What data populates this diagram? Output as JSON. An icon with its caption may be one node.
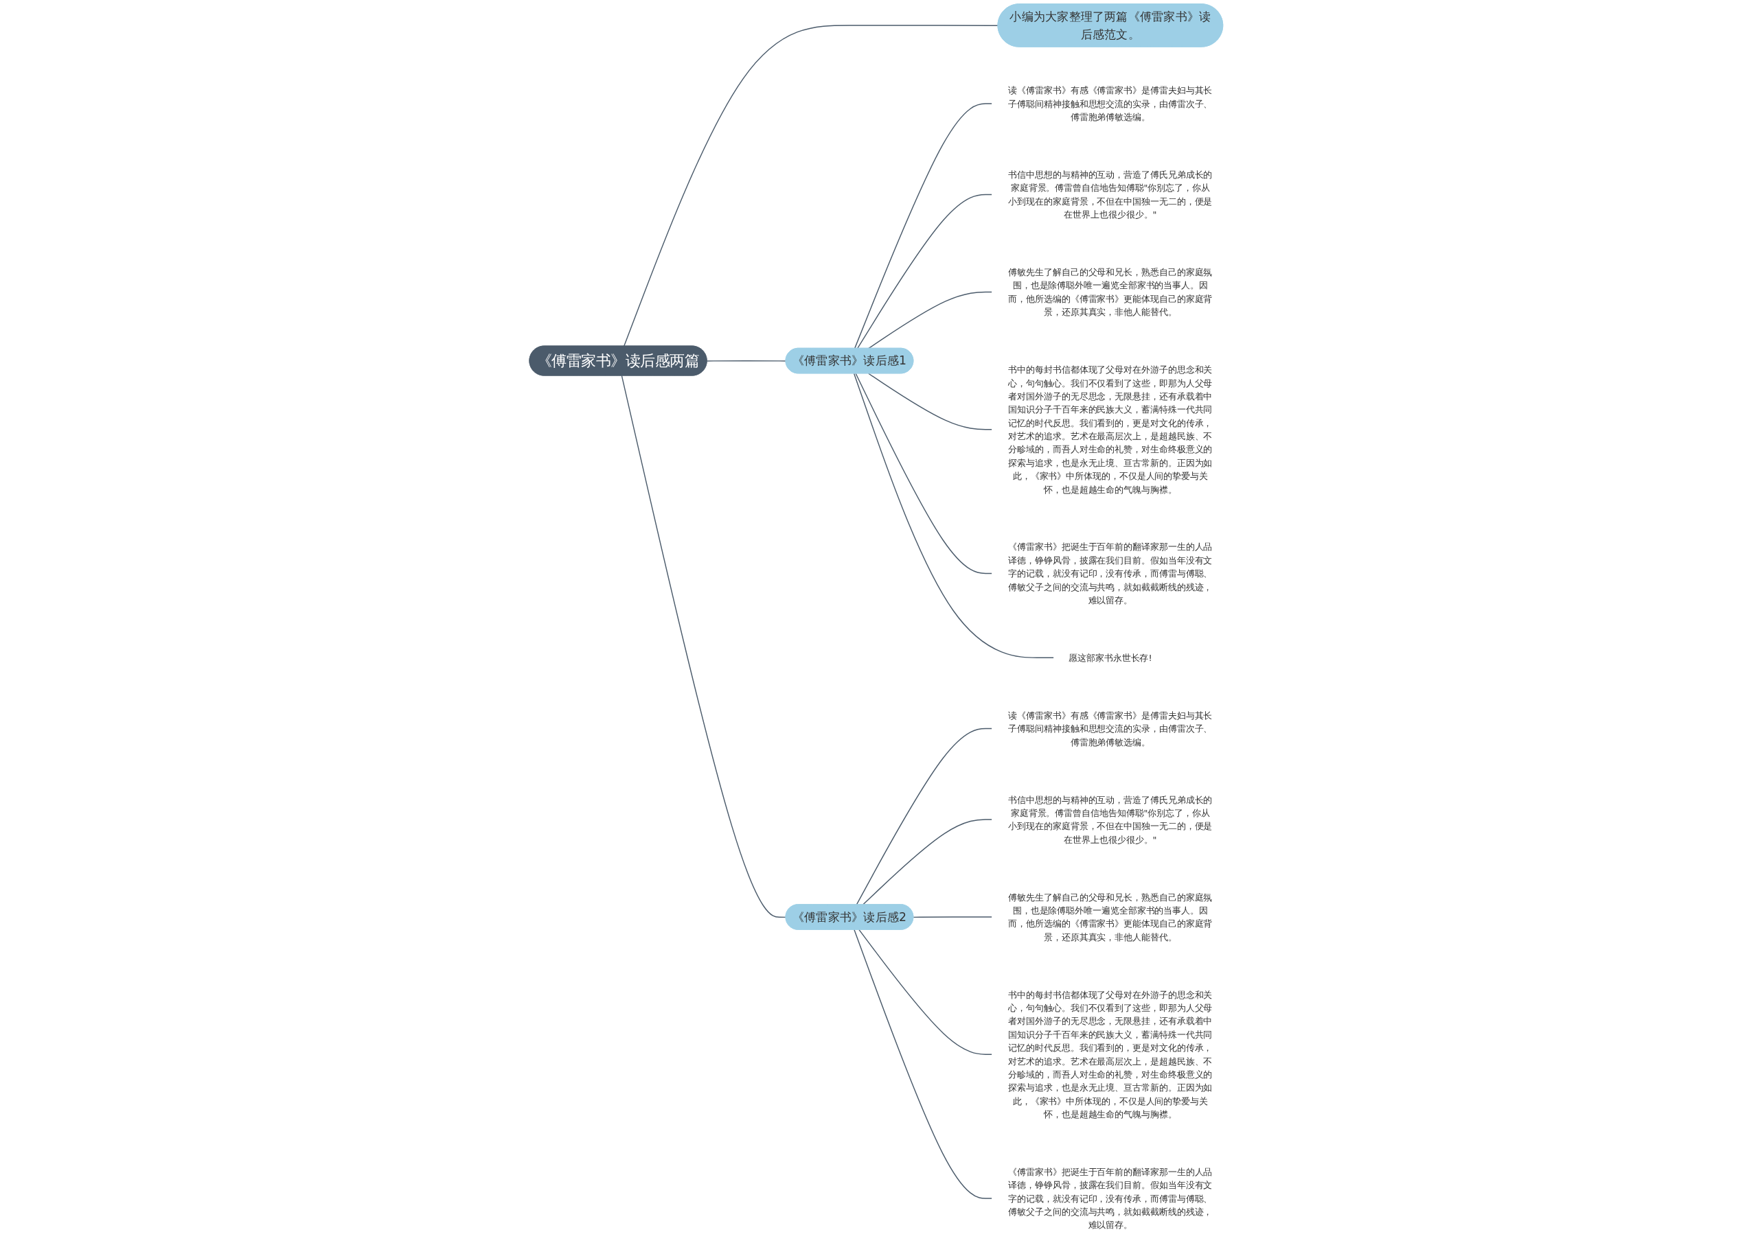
{
  "diagram": {
    "nodes": [
      {
        "text": [
          "《傅雷家书》读后感两篇"
        ]
      },
      {
        "text": [
          "小编为大家整理了两篇《傅雷家书》读后感范文。"
        ]
      },
      {
        "text": [
          "《傅雷家书》读后感1"
        ]
      },
      {
        "text": [
          "读《傅雷家书》有感《傅雷家书》是傅雷夫妇与其长子傅聪间精神接触和思想交流的实录，由傅雷次子、傅雷胞弟傅敏选编。"
        ]
      },
      {
        "text": [
          "书信中思想的与精神的互动，营造了傅氏兄弟成长的家庭背景。傅雷曾自信地告知傅聪\"你别忘了，你从小到现在的家庭背景，不但在中国独一无二的，便是在世界上也很少很少。\""
        ]
      },
      {
        "text": [
          "傅敏先生了解自己的父母和兄长，熟悉自己的家庭氛围，也是除傅聪外唯一遍览全部家书的当事人。因而，他所选编的《傅雷家书》更能体现自己的家庭背景，还原其真实，非他人能替代。"
        ]
      },
      {
        "text": [
          "书中的每封书信都体现了父母对在外游子的思念和关心，句句触心。我们不仅看到了这些，即那为人父母者对国外游子的无尽思念，无限悬挂，还有承载着中国知识分子千百年来的民族大义，蓄满特殊一代共同记忆的时代反思。我们看到的，更是对文化的传承，对艺术的追求。艺术在最高层次上，是超越民族、不分畛域的，而吾人对生命的礼赞，对生命终极意义的探索与追求，也是永无止境、亘古常新的。正因为如此，《家书》中所体现的，不仅是人间的挚爱与关怀，也是超越生命的气魄与胸襟。"
        ]
      },
      {
        "text": [
          "《傅雷家书》把诞生于百年前的翻译家那一生的人品译德，铮铮风骨，披露在我们目前。假如当年没有文字的记载，就没有记印，没有传承，而傅雷与傅聪、傅敏父子之间的交流与共鸣，就如截截断线的残迹，难以留存。"
        ]
      },
      {
        "text": [
          "愿这部家书永世长存!"
        ]
      },
      {
        "text": [
          "《傅雷家书》读后感2"
        ]
      },
      {
        "text": [
          "读《傅雷家书》有感《傅雷家书》是傅雷夫妇与其长子傅聪间精神接触和思想交流的实录，由傅雷次子、傅雷胞弟傅敏选编。"
        ]
      },
      {
        "text": [
          "书信中思想的与精神的互动，营造了傅氏兄弟成长的家庭背景。傅雷曾自信地告知傅聪\"你别忘了，你从小到现在的家庭背景，不但在中国独一无二的，便是在世界上也很少很少。\""
        ]
      },
      {
        "text": [
          "傅敏先生了解自己的父母和兄长，熟悉自己的家庭氛围，也是除傅聪外唯一遍览全部家书的当事人。因而，他所选编的《傅雷家书》更能体现自己的家庭背景，还原其真实，非他人能替代。"
        ]
      },
      {
        "text": [
          "书中的每封书信都体现了父母对在外游子的思念和关心，句句触心。我们不仅看到了这些，即那为人父母者对国外游子的无尽思念，无限悬挂，还有承载着中国知识分子千百年来的民族大义，蓄满特殊一代共同记忆的时代反思。我们看到的，更是对文化的传承，对艺术的追求。艺术在最高层次上，是超越民族、不分畛域的，而吾人对生命的礼赞，对生命终极意义的探索与追求，也是永无止境、亘古常新的。正因为如此，《家书》中所体现的，不仅是人间的挚爱与关怀，也是超越生命的气魄与胸襟。"
        ]
      },
      {
        "text": [
          "《傅雷家书》把诞生于百年前的翻译家那一生的人品译德，铮铮风骨，披露在我们目前。假如当年没有文字的记载，就没有记印，没有传承，而傅雷与傅聪、傅敏父子之间的交流与共鸣，就如截截断线的残迹，难以留存。"
        ]
      }
    ],
    "edges": [
      {
        "from": 0,
        "to": 1,
        "arrow": "none"
      },
      {
        "from": 0,
        "to": 2,
        "arrow": "none"
      },
      {
        "from": 2,
        "to": 3,
        "arrow": "none"
      },
      {
        "from": 2,
        "to": 4,
        "arrow": "none"
      },
      {
        "from": 2,
        "to": 5,
        "arrow": "none"
      },
      {
        "from": 2,
        "to": 6,
        "arrow": "none"
      },
      {
        "from": 2,
        "to": 7,
        "arrow": "none"
      },
      {
        "from": 2,
        "to": 8,
        "arrow": "none"
      },
      {
        "from": 0,
        "to": 9,
        "arrow": "none"
      },
      {
        "from": 9,
        "to": 10,
        "arrow": "none"
      },
      {
        "from": 9,
        "to": 11,
        "arrow": "none"
      },
      {
        "from": 9,
        "to": 12,
        "arrow": "none"
      },
      {
        "from": 9,
        "to": 13,
        "arrow": "none"
      },
      {
        "from": 9,
        "to": 14,
        "arrow": "none"
      }
    ]
  }
}
